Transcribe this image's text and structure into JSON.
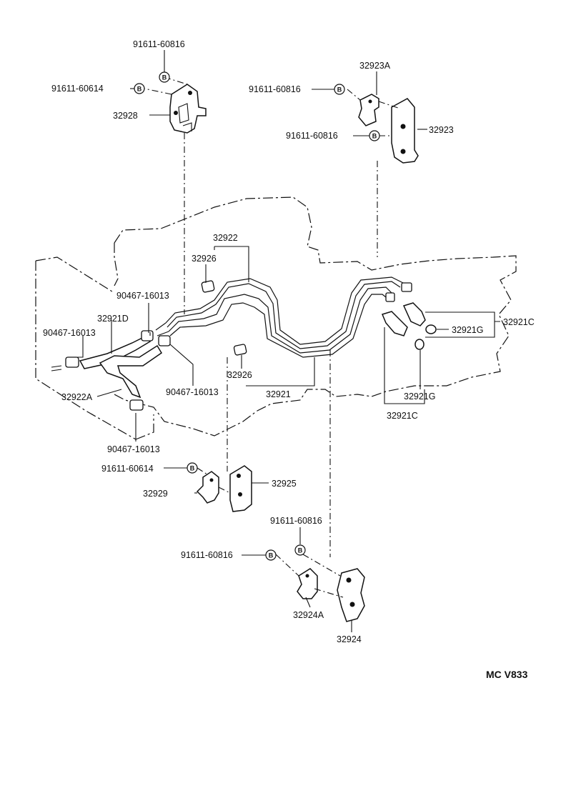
{
  "diagram": {
    "reference_code": "MC  V833",
    "marker_letter": "B",
    "callouts": {
      "c_91611_60816_top": "91611-60816",
      "c_91611_60614_top": "91611-60614",
      "c_32928": "32928",
      "c_91611_60816_tr1": "91611-60816",
      "c_32923A": "32923A",
      "c_91611_60816_tr2": "91611-60816",
      "c_32923": "32923",
      "c_32922": "32922",
      "c_32926_a": "32926",
      "c_90467_16013_a": "90467-16013",
      "c_32921D": "32921D",
      "c_90467_16013_b": "90467-16013",
      "c_90467_16013_c": "90467-16013",
      "c_32926_b": "32926",
      "c_32921": "32921",
      "c_32922A": "32922A",
      "c_90467_16013_d": "90467-16013",
      "c_32921C_a": "32921C",
      "c_32921G_a": "32921G",
      "c_32921G_b": "32921G",
      "c_32921C_b": "32921C",
      "c_91611_60614_mid": "91611-60614",
      "c_32925": "32925",
      "c_32929": "32929",
      "c_91611_60816_b1": "91611-60816",
      "c_91611_60816_b2": "91611-60816",
      "c_32924A": "32924A",
      "c_32924": "32924"
    }
  }
}
